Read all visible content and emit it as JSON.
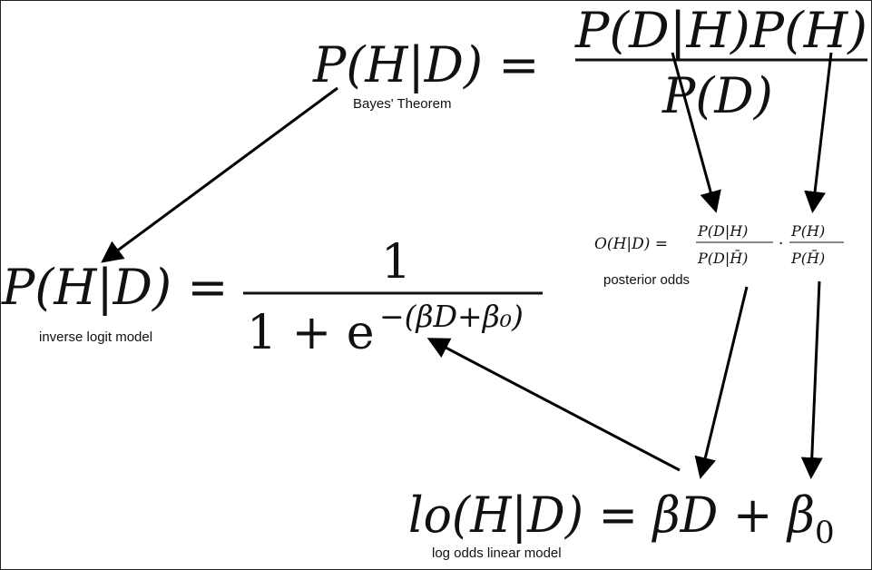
{
  "captions": {
    "bayes": "Bayes' Theorem",
    "posterior_odds": "posterior odds",
    "inverse_logit": "inverse logit model",
    "log_odds": "log odds linear model"
  },
  "bayes": {
    "lhs": "P(H|D) =",
    "numerator": "P(D|H)P(H)",
    "denominator": "P(D)"
  },
  "odds": {
    "lhs": "O(H|D) =",
    "frac1_num": "P(D|H)",
    "frac1_den": "P(D|H̄)",
    "dot": "·",
    "frac2_num": "P(H)",
    "frac2_den": "P(H̄)"
  },
  "logit": {
    "lhs": "P(H|D) =",
    "numerator": "1",
    "den_base": "1 + e",
    "den_exp": "−(βD+β₀)"
  },
  "logodds": {
    "lhs": "lo(H|D) = βD + β",
    "sub": "0"
  }
}
